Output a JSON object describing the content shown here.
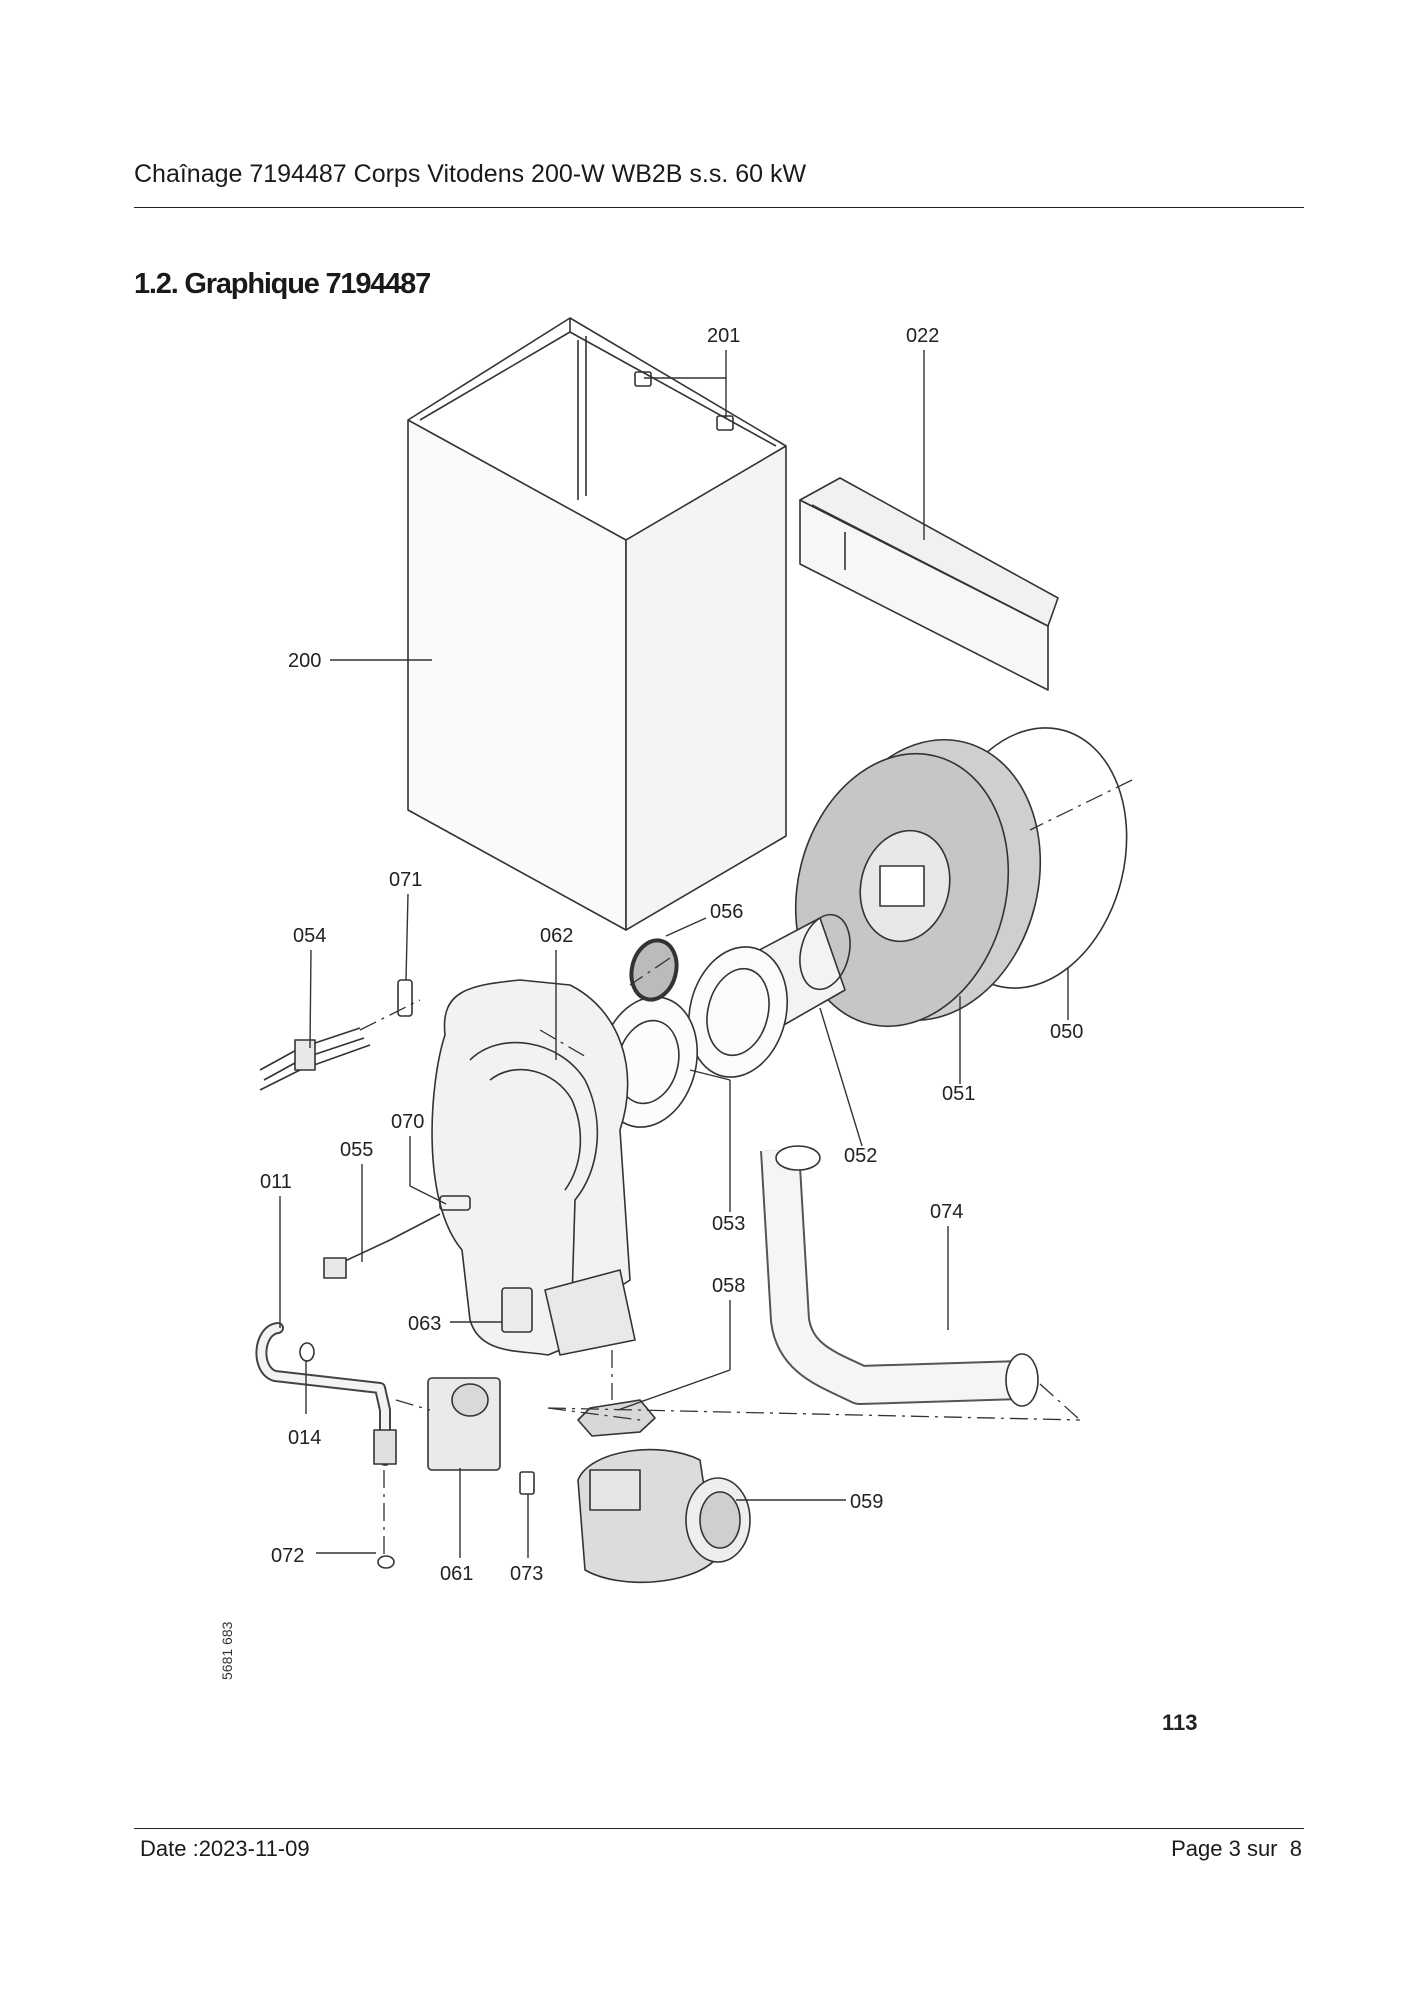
{
  "header": {
    "title": "Chaînage 7194487 Corps Vitodens 200-W WB2B s.s. 60 kW"
  },
  "section": {
    "title": "1.2. Graphique 7194487"
  },
  "diagram": {
    "labels": {
      "p201": "201",
      "p022": "022",
      "p200": "200",
      "p071": "071",
      "p054": "054",
      "p062": "062",
      "p056": "056",
      "p050": "050",
      "p051": "051",
      "p052": "052",
      "p053": "053",
      "p070": "070",
      "p055": "055",
      "p011": "011",
      "p063": "063",
      "p074": "074",
      "p058": "058",
      "p014": "014",
      "p072": "072",
      "p061": "061",
      "p073": "073",
      "p059": "059"
    },
    "drawing_number": "5681 683",
    "page_number": "113"
  },
  "footer": {
    "date": "Date :2023-11-09",
    "page_label": "Page 3 sur",
    "page_total": "8"
  }
}
